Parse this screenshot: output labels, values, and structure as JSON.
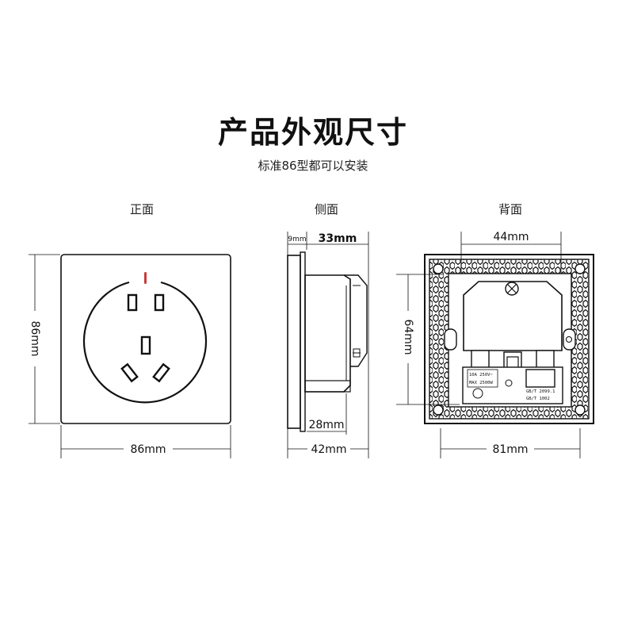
{
  "header": {
    "title": "产品外观尺寸",
    "subtitle": "标准86型都可以安装"
  },
  "views": {
    "front": {
      "label": "正面",
      "width": "86mm",
      "height": "86mm"
    },
    "side": {
      "label": "侧面",
      "panel": "9mm",
      "body": "33mm",
      "base": "28mm",
      "total": "42mm"
    },
    "back": {
      "label": "背面",
      "hole_spacing_h": "44mm",
      "hole_spacing_v": "64mm",
      "width": "81mm",
      "rating_line1": "10A 250V~",
      "rating_line2": "MAX 2500W",
      "std_line1": "GB/T 2099.1",
      "std_line2": "GB/T 1002"
    }
  },
  "colors": {
    "line": "#111111",
    "background": "#ffffff"
  }
}
